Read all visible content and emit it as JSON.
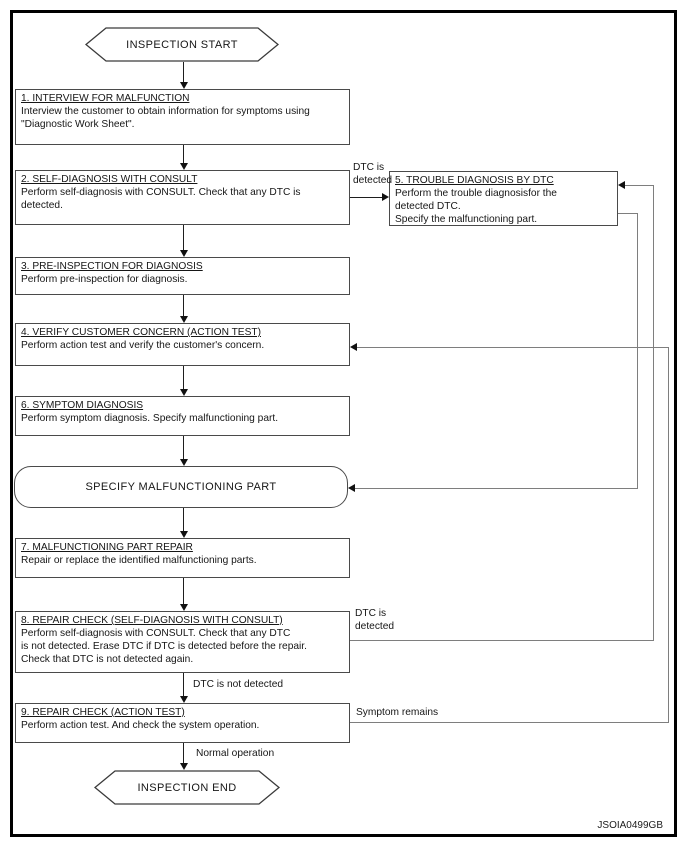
{
  "figure_code": "JSOIA0499GB",
  "colors": {
    "frame": "#000000",
    "box_border": "#4a4a4a",
    "flow_arrow": "#1e1e1e",
    "feedback_line": "#7e7e7e",
    "background": "#ffffff"
  },
  "flow": {
    "start_label": "INSPECTION START",
    "end_label": "INSPECTION END",
    "specify_label": "SPECIFY MALFUNCTIONING PART",
    "steps": [
      {
        "id": "1",
        "title": "1. INTERVIEW FOR MALFUNCTION",
        "body": "Interview the customer to obtain information for symptoms using\n\"Diagnostic Work Sheet\"."
      },
      {
        "id": "2",
        "title": "2. SELF-DIAGNOSIS WITH CONSULT",
        "body": "Perform self-diagnosis with CONSULT. Check that any DTC is\ndetected."
      },
      {
        "id": "3",
        "title": "3. PRE-INSPECTION FOR DIAGNOSIS",
        "body": "Perform pre-inspection for diagnosis."
      },
      {
        "id": "4",
        "title": "4. VERIFY CUSTOMER CONCERN (ACTION TEST)",
        "body": "Perform action test and verify the customer's concern."
      },
      {
        "id": "5",
        "title": "5. TROUBLE DIAGNOSIS BY DTC",
        "body": "Perform the trouble diagnosisfor the\ndetected DTC.\nSpecify the malfunctioning part."
      },
      {
        "id": "6",
        "title": "6. SYMPTOM DIAGNOSIS",
        "body": "Perform symptom diagnosis. Specify malfunctioning part."
      },
      {
        "id": "7",
        "title": "7. MALFUNCTIONING PART REPAIR",
        "body": "Repair or replace the identified malfunctioning parts."
      },
      {
        "id": "8",
        "title": "8. REPAIR CHECK (SELF-DIAGNOSIS WITH CONSULT)",
        "body": "Perform self-diagnosis with CONSULT. Check that any DTC\nis not detected. Erase DTC if DTC is detected before the repair.\nCheck that DTC is not detected again."
      },
      {
        "id": "9",
        "title": "9. REPAIR CHECK (ACTION TEST)",
        "body": "Perform action test. And check the system operation."
      }
    ]
  },
  "edge_labels": {
    "dtc_detected_step2": "DTC is\ndetected",
    "dtc_detected_step8": "DTC is\ndetected",
    "dtc_not_detected": "DTC is not detected",
    "symptom_remains": "Symptom remains",
    "normal_operation": "Normal operation"
  }
}
